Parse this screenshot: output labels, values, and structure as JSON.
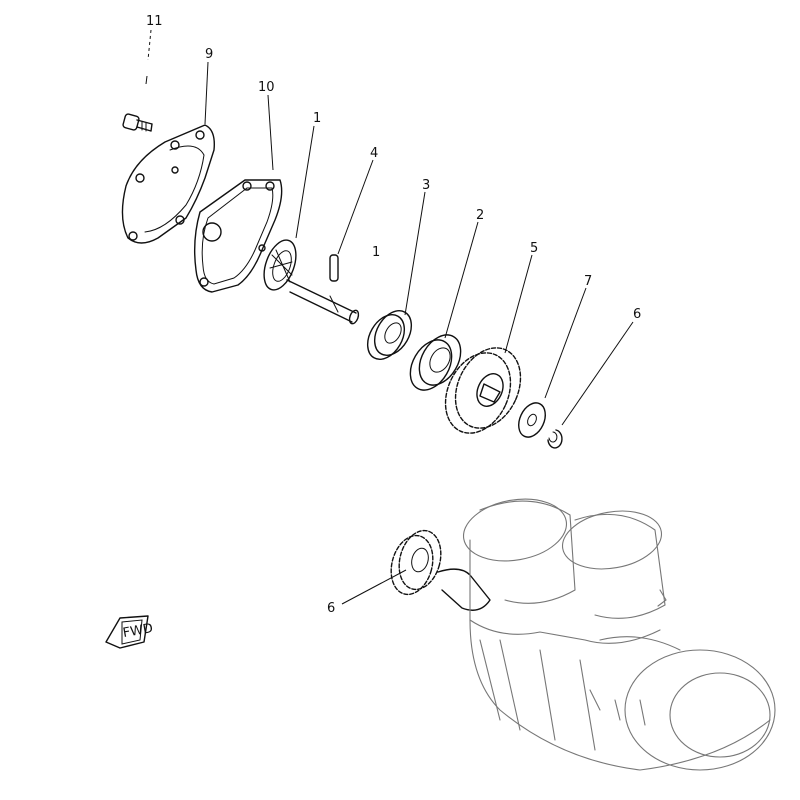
{
  "callouts": {
    "c11": "11",
    "c9": "9",
    "c10": "10",
    "c1a": "1",
    "c1b": "1",
    "c4": "4",
    "c3": "3",
    "c2": "2",
    "c5": "5",
    "c7": "7",
    "c6a": "6",
    "c6b": "6"
  },
  "fwd_mark": "FWD",
  "colors": {
    "line": "#111111",
    "ghost": "#777777",
    "background": "#ffffff"
  }
}
